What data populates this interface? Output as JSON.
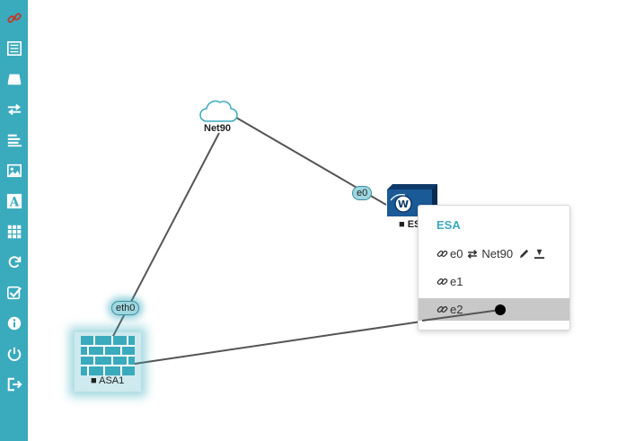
{
  "colors": {
    "sidebar": "#3aaabd",
    "accent": "#3aaabd",
    "link": "#555555",
    "selected_row": "#c8c8c8"
  },
  "sidebar": {
    "items": [
      {
        "icon": "link-icon"
      },
      {
        "icon": "list-icon"
      },
      {
        "icon": "drive-icon"
      },
      {
        "icon": "exchange-icon"
      },
      {
        "icon": "align-left-icon"
      },
      {
        "icon": "image-icon"
      },
      {
        "icon": "text-font-icon"
      },
      {
        "icon": "grid-icon"
      },
      {
        "icon": "refresh-icon"
      },
      {
        "icon": "check-square-icon"
      },
      {
        "icon": "info-icon"
      },
      {
        "icon": "power-icon"
      },
      {
        "icon": "sign-out-icon"
      }
    ]
  },
  "topology": {
    "nodes": {
      "cloud": {
        "label": "Net90"
      },
      "esa": {
        "label": "ES",
        "status_mark": "■"
      },
      "asa": {
        "label": "ASA1",
        "status_mark": "■"
      }
    },
    "interfaces": {
      "esa_e0": "e0",
      "asa_eth0": "eth0"
    }
  },
  "context_menu": {
    "title": "ESA",
    "items": [
      {
        "name": "e0",
        "arrow": "⇄",
        "target": "Net90",
        "selected": false
      },
      {
        "name": "e1",
        "selected": false
      },
      {
        "name": "e2",
        "selected": true
      }
    ]
  }
}
